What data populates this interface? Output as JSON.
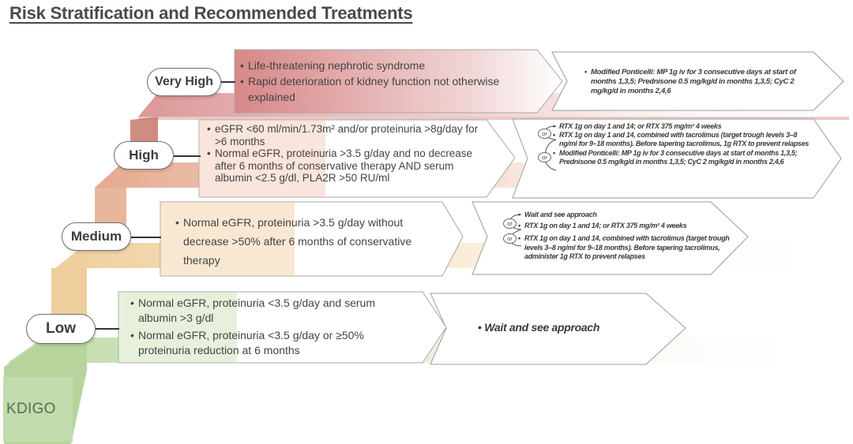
{
  "title": "Risk Stratification and Recommended Treatments",
  "logo": "KDIGO",
  "or_label": "or",
  "levels": {
    "very_high": {
      "label": "Very High",
      "criteria": [
        "Life-threatening nephrotic syndrome",
        "Rapid deterioration of kidney function not otherwise explained"
      ],
      "treatments": [
        "Modified Ponticelli: MP 1g iv for 3 consecutive days at start of months 1,3,5; Prednisone 0.5 mg/kg/d in months 1,3,5; CyC 2 mg/kg/d in months 2,4,6"
      ]
    },
    "high": {
      "label": "High",
      "criteria": [
        "eGFR <60 ml/min/1.73m² and/or proteinuria >8g/day for >6 months",
        "Normal eGFR, proteinuria >3.5 g/day and no decrease after 6 months of conservative therapy AND serum albumin <2.5 g/dl, PLA2R >50 RU/ml"
      ],
      "treatments": [
        "RTX 1g on day 1 and 14; or RTX 375 mg/m² 4 weeks",
        "RTX 1g on day 1 and 14, combined with tacrolimus (target trough levels 3–8 ng/ml for 9–18 months). Before tapering tacrolimus, 1g RTX to prevent relapses",
        "Modified Ponticelli: MP 1g iv for 3 consecutive days at start of months 1,3,5; Prednisone 0.5 mg/kg/d in months 1,3,5; CyC 2 mg/kg/d in months 2,4,6"
      ]
    },
    "medium": {
      "label": "Medium",
      "criteria": [
        "Normal eGFR, proteinuria >3.5 g/day without decrease >50% after 6 months of conservative therapy"
      ],
      "treatments": [
        "Wait and see approach",
        "RTX 1g on day 1 and 14; or RTX 375 mg/m² 4 weeks",
        "RTX 1g on day 1 and 14, combined with tacrolimus (target trough levels 3–8 ng/ml for 9–18 months). Before tapering tacrolimus, administer 1g RTX to prevent relapses"
      ]
    },
    "low": {
      "label": "Low",
      "criteria": [
        "Normal eGFR, proteinuria <3.5 g/day and serum albumin >3 g/dl",
        "Normal eGFR, proteinuria <3.5 g/day or ≥50% proteinuria reduction at 6 months"
      ],
      "treatments": [
        "Wait and see approach"
      ]
    }
  },
  "colors": {
    "very_high": "#d98b8b",
    "high": "#e0a07e",
    "medium": "#ecc78c",
    "low": "#b5d39a"
  }
}
